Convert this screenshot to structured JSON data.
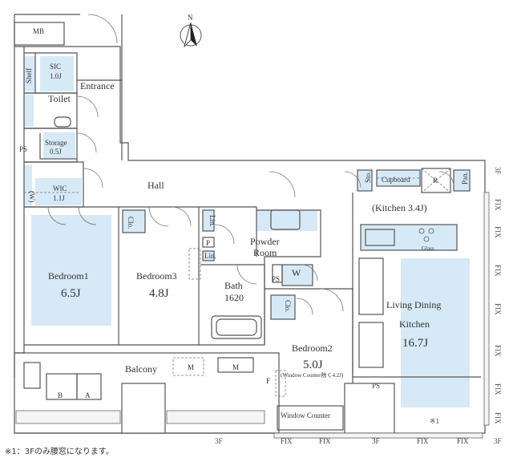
{
  "rooms": {
    "mb": "MB",
    "entrance": "Entrance",
    "shelf": "Shelf",
    "sic": {
      "name": "SIC",
      "size": "1.0J"
    },
    "toilet": "Toilet",
    "ps": "PS",
    "storage": {
      "name": "Storage",
      "size": "0.5J"
    },
    "wic": {
      "name": "WIC",
      "size": "1.1J",
      "w": "(W)"
    },
    "hall": "Hall",
    "bedroom1": {
      "name": "Bedroom1",
      "size": "6.5J"
    },
    "bedroom3": {
      "name": "Bedroom3",
      "size": "4.8J"
    },
    "clo": "Clo.",
    "lin": "Lin.",
    "p": "P",
    "powder": {
      "line1": "Powder",
      "line2": "Room"
    },
    "bath": {
      "name": "Bath",
      "size": "1620"
    },
    "w": "W",
    "bedroom2": {
      "name": "Bedroom2",
      "size": "5.0J",
      "note": "(Window Counter除く4.2J)"
    },
    "window_counter": "Window Counter",
    "balcony": "Balcony",
    "m": "M",
    "a": "A",
    "b": "B",
    "f": "F",
    "ldk": {
      "line1": "Living Dining",
      "line2": "Kitchen",
      "size": "16.7J"
    },
    "kitchen": "(Kitchen 3.4J)",
    "sto": "Sto.",
    "cupboard": "Cupboard",
    "r": "R",
    "pan": "Pan.",
    "glass": "Glass"
  },
  "marks": {
    "fix": "FIX",
    "three_f": "3F",
    "star1": "※1",
    "north": "N"
  },
  "note": "※1：3Fのみ腰窓になります。",
  "colors": {
    "wall": "#555555",
    "room_fill": "#d6e9f6",
    "line": "#666666"
  }
}
